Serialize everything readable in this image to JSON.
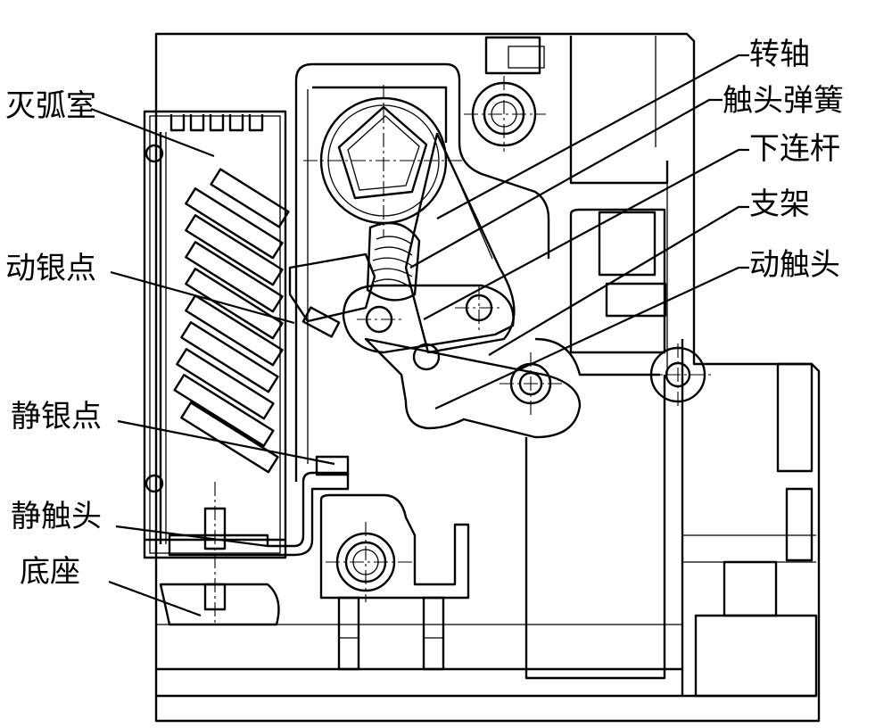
{
  "labels": {
    "arc_chamber": "灭弧室",
    "moving_silver_point": "动银点",
    "static_silver_point": "静银点",
    "static_contact": "静触头",
    "base": "底座",
    "shaft": "转轴",
    "contact_spring": "触头弹簧",
    "lower_link": "下连杆",
    "bracket": "支架",
    "moving_contact": "动触头"
  }
}
